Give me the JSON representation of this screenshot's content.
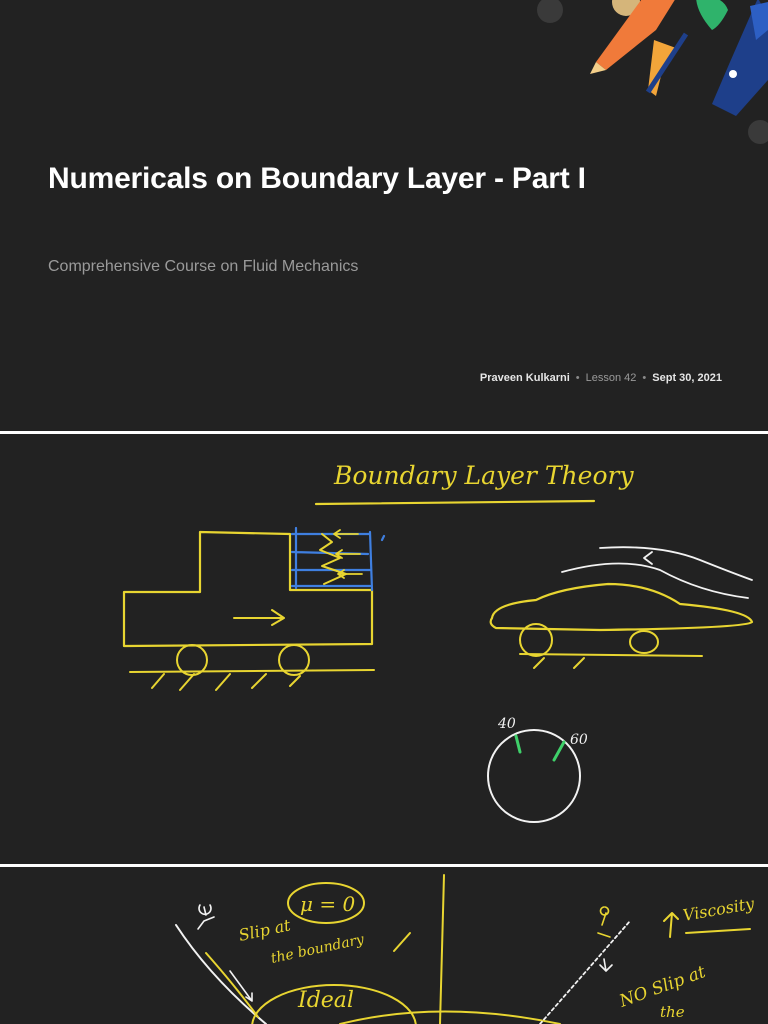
{
  "title_slide": {
    "title": "Numericals on Boundary Layer - Part I",
    "subtitle": "Comprehensive Course on Fluid Mechanics",
    "author": "Praveen Kulkarni",
    "lesson": "Lesson 42",
    "date": "Sept 30, 2021",
    "separator": "•"
  },
  "slide_2": {
    "heading": "Boundary Layer Theory",
    "dial_label_1": "40",
    "dial_label_2": "60"
  },
  "slide_3": {
    "note_mu": "μ = 0",
    "note_slip": "Slip at",
    "note_slip_2": "the boundary",
    "note_ideal": "Ideal",
    "note_viscosity": "Viscosity",
    "note_noslip": "NO Slip at",
    "note_noslip_2": "the"
  },
  "colors": {
    "slide_bg": "#222222",
    "ink_yellow": "#e8d531",
    "ink_blue": "#3f7fe0",
    "ink_white": "#f2f2f2",
    "ink_green": "#3fd06a",
    "deco_orange": "#f07a3a",
    "deco_green": "#2fb36b",
    "deco_navy": "#1e3f8a"
  }
}
